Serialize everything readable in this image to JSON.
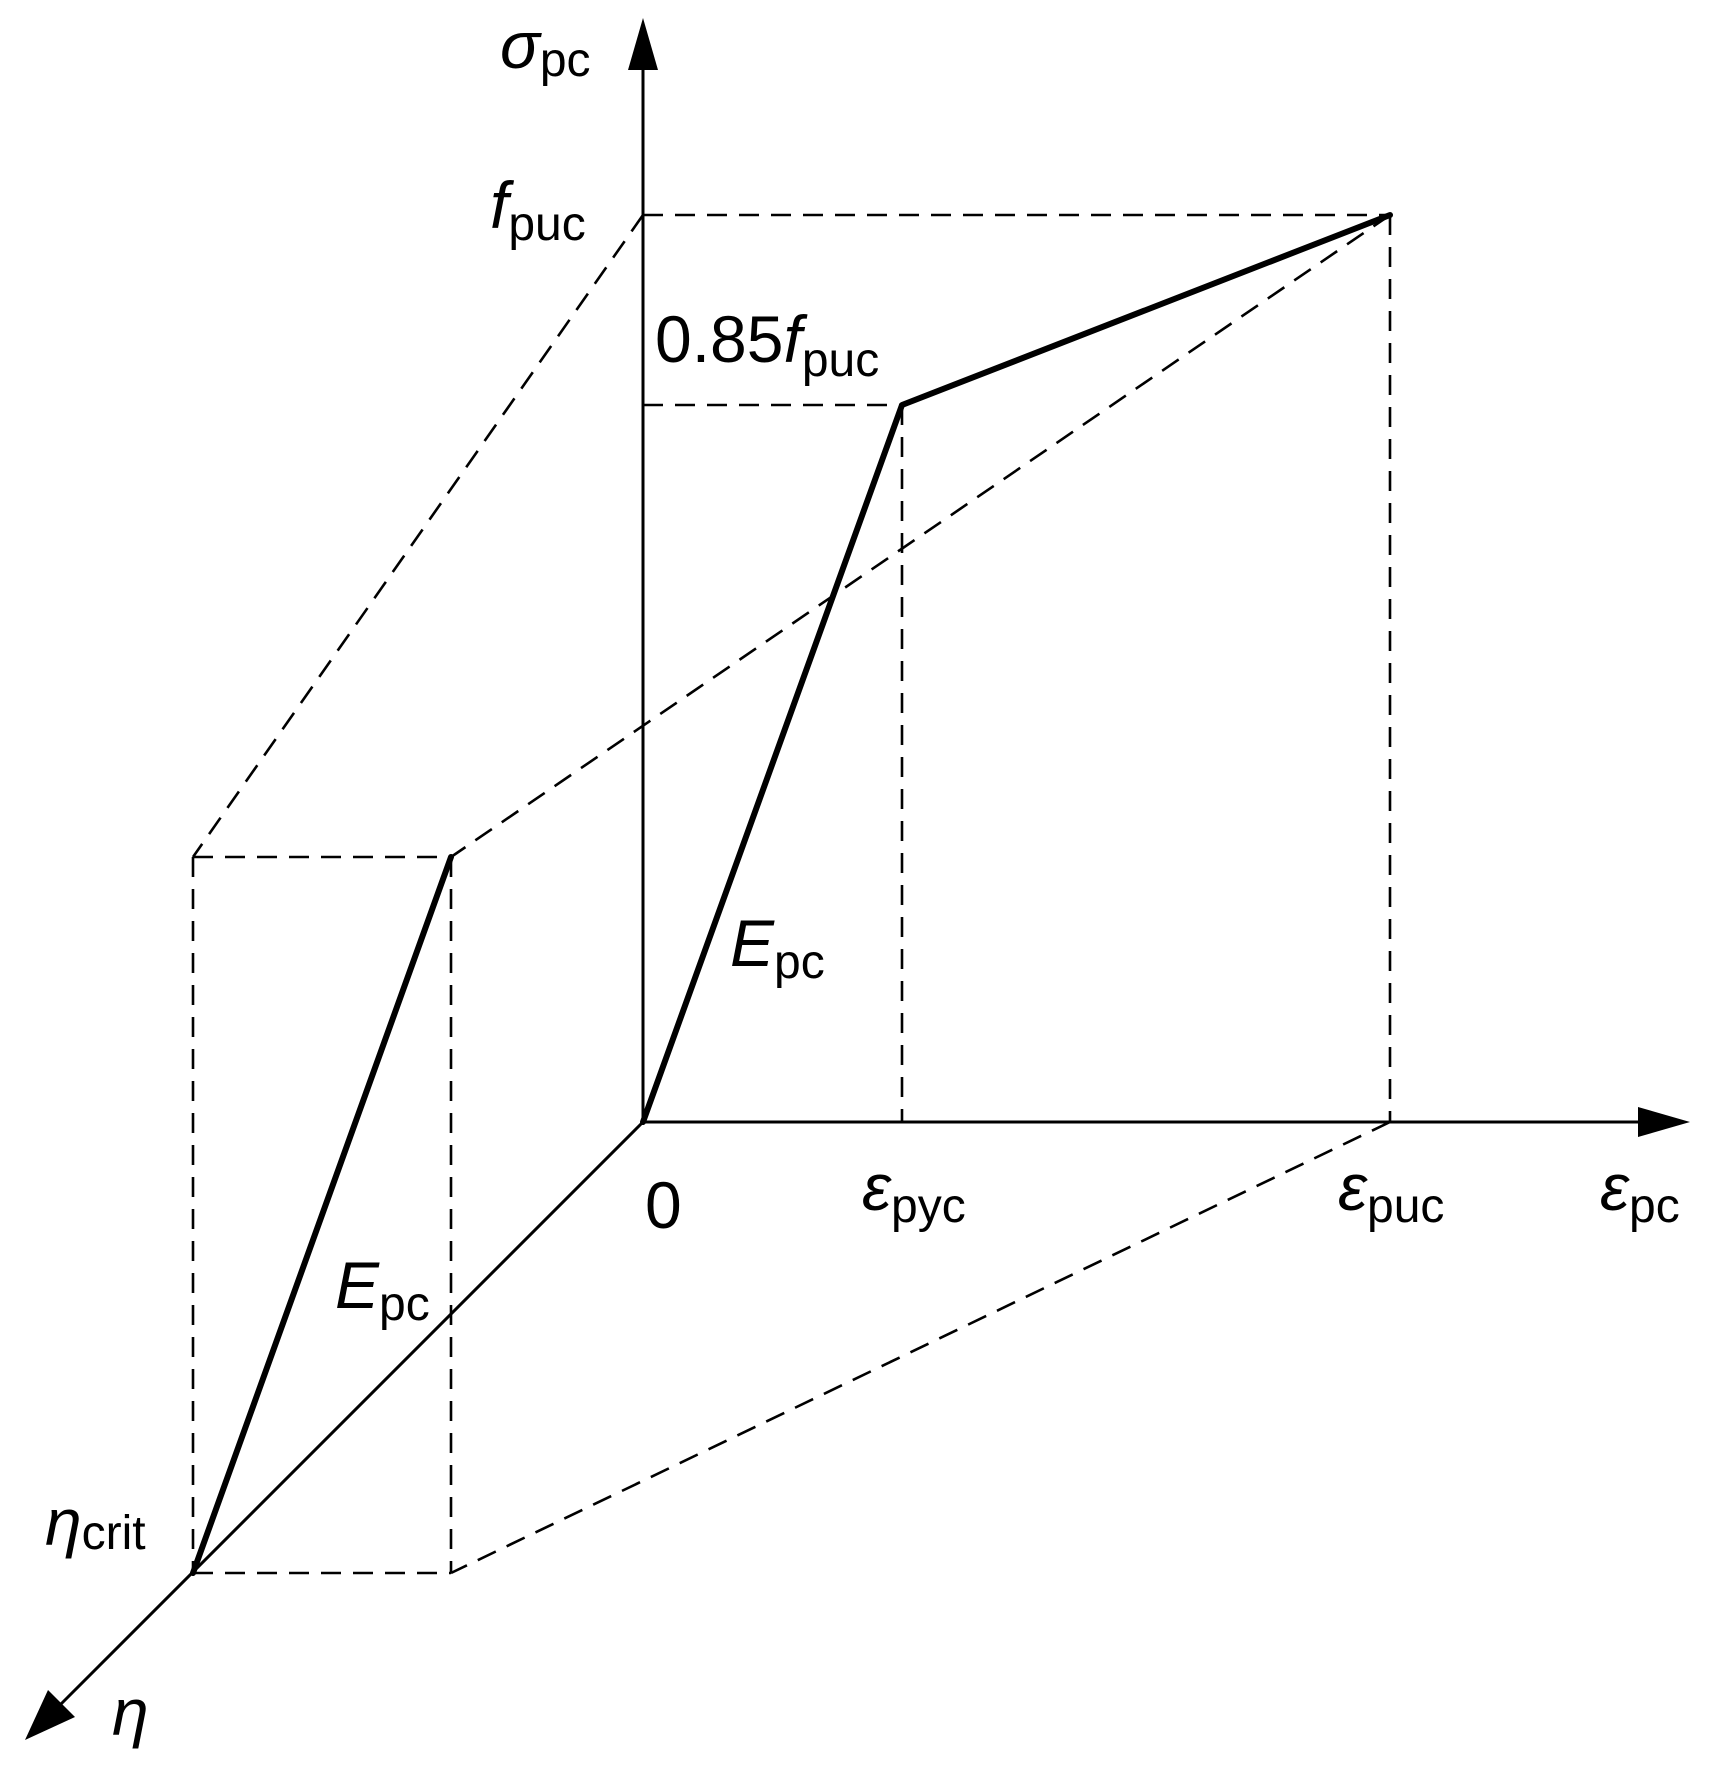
{
  "labels": {
    "sigma_axis": {
      "main": "σ",
      "sub": "pc"
    },
    "f_puc": {
      "main": "f",
      "sub": "puc"
    },
    "f_085": {
      "prefix": "0.85",
      "main": "f",
      "sub": "puc"
    },
    "E_pc_main": {
      "main": "E",
      "sub": "pc"
    },
    "E_pc_side": {
      "main": "E",
      "sub": "pc"
    },
    "origin": "0",
    "eps_pyc": {
      "main": "ε",
      "sub": "pyc"
    },
    "eps_puc": {
      "main": "ε",
      "sub": "puc"
    },
    "eps_axis": {
      "main": "ε",
      "sub": "pc"
    },
    "eta_crit": {
      "main": "η",
      "sub": "crit"
    },
    "eta_axis": "η"
  }
}
